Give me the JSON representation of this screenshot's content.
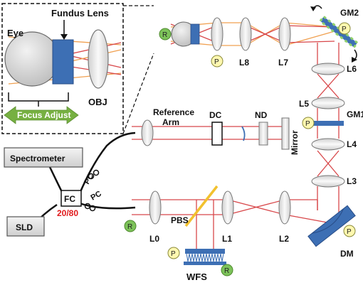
{
  "labels": {
    "fundus_lens": "Fundus Lens",
    "eye": "Eye",
    "obj": "OBJ",
    "focus_adjust": "Focus Adjust",
    "gm2": "GM2",
    "gm1": "GM1",
    "l8": "L8",
    "l7": "L7",
    "l6": "L6",
    "l5": "L5",
    "l4": "L4",
    "l3": "L3",
    "l2": "L2",
    "l1": "L1",
    "l0": "L0",
    "dm": "DM",
    "pbs": "PBS",
    "wfs": "WFS",
    "reference_arm_1": "Reference",
    "reference_arm_2": "Arm",
    "dc": "DC",
    "nd": "ND",
    "mirror": "Mirror",
    "spectrometer": "Spectrometer",
    "sld": "SLD",
    "fc": "FC",
    "ratio": "20/80",
    "pc_top": "PC",
    "pc_bottom": "PC"
  },
  "markers": {
    "r": "R",
    "p": "P"
  },
  "colors": {
    "beam": "#d8474a",
    "beam_orange": "#f0a050",
    "mirror_blue": "#3d6fb4",
    "focus_green": "#76b041",
    "r_marker": "#7dc35a",
    "p_marker": "#fff8b0",
    "lens_gray": "#e4e4e4",
    "box_gray": "#dcdcdc",
    "ratio_red": "#e0191b"
  }
}
